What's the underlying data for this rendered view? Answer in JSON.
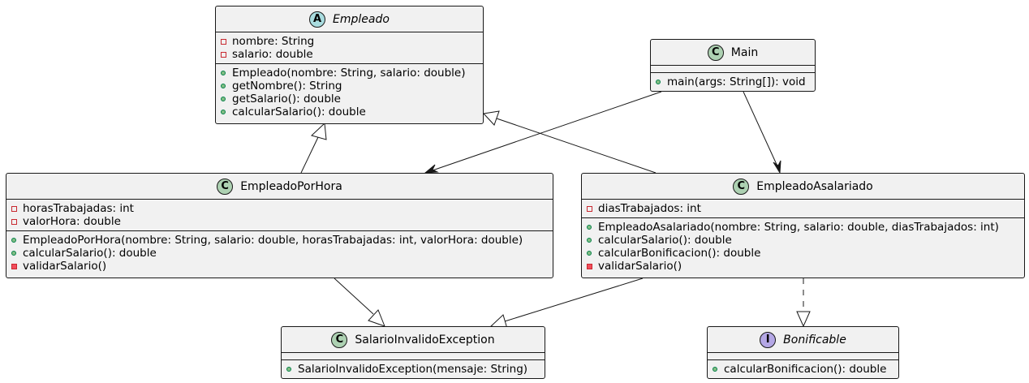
{
  "classes": {
    "empleado": {
      "name": "Empleado",
      "stereotype": "A",
      "fields": [
        {
          "vis": "private",
          "text": "nombre: String"
        },
        {
          "vis": "private",
          "text": "salario: double"
        }
      ],
      "methods": [
        {
          "vis": "public",
          "text": "Empleado(nombre: String, salario: double)"
        },
        {
          "vis": "public",
          "text": "getNombre(): String"
        },
        {
          "vis": "public",
          "text": "getSalario(): double"
        },
        {
          "vis": "public",
          "text": "calcularSalario(): double"
        }
      ]
    },
    "main": {
      "name": "Main",
      "stereotype": "C",
      "fields": [],
      "methods": [
        {
          "vis": "public",
          "text": "main(args: String[]): void"
        }
      ]
    },
    "empleado_por_hora": {
      "name": "EmpleadoPorHora",
      "stereotype": "C",
      "fields": [
        {
          "vis": "private",
          "text": "horasTrabajadas: int"
        },
        {
          "vis": "private",
          "text": "valorHora: double"
        }
      ],
      "methods": [
        {
          "vis": "public",
          "text": "EmpleadoPorHora(nombre: String, salario: double, horasTrabajadas: int, valorHora: double)"
        },
        {
          "vis": "public",
          "text": "calcularSalario(): double"
        },
        {
          "vis": "private",
          "text": "validarSalario()"
        }
      ]
    },
    "empleado_asalariado": {
      "name": "EmpleadoAsalariado",
      "stereotype": "C",
      "fields": [
        {
          "vis": "private",
          "text": "diasTrabajados: int"
        }
      ],
      "methods": [
        {
          "vis": "public",
          "text": "EmpleadoAsalariado(nombre: String, salario: double, diasTrabajados: int)"
        },
        {
          "vis": "public",
          "text": "calcularSalario(): double"
        },
        {
          "vis": "public",
          "text": "calcularBonificacion(): double"
        },
        {
          "vis": "private",
          "text": "validarSalario()"
        }
      ]
    },
    "salario_invalido_exception": {
      "name": "SalarioInvalidoException",
      "stereotype": "C",
      "fields": [],
      "methods": [
        {
          "vis": "public",
          "text": "SalarioInvalidoException(mensaje: String)"
        }
      ]
    },
    "bonificable": {
      "name": "Bonificable",
      "stereotype": "I",
      "fields": [],
      "methods": [
        {
          "vis": "public",
          "text": "calcularBonificacion(): double"
        }
      ]
    }
  },
  "relations": [
    {
      "from": "EmpleadoPorHora",
      "to": "Empleado",
      "kind": "extends"
    },
    {
      "from": "EmpleadoAsalariado",
      "to": "Empleado",
      "kind": "extends"
    },
    {
      "from": "Main",
      "to": "EmpleadoPorHora",
      "kind": "association"
    },
    {
      "from": "Main",
      "to": "EmpleadoAsalariado",
      "kind": "association"
    },
    {
      "from": "EmpleadoPorHora",
      "to": "SalarioInvalidoException",
      "kind": "extends"
    },
    {
      "from": "EmpleadoAsalariado",
      "to": "SalarioInvalidoException",
      "kind": "extends"
    },
    {
      "from": "EmpleadoAsalariado",
      "to": "Bonificable",
      "kind": "implements"
    }
  ],
  "colors": {
    "class_badge": "#add1b2",
    "abstract_badge": "#a9dcdf",
    "interface_badge": "#b4a7e5",
    "box_fill": "#f1f1f1",
    "public_marker": "#84be84",
    "private_marker": "#c82930"
  }
}
